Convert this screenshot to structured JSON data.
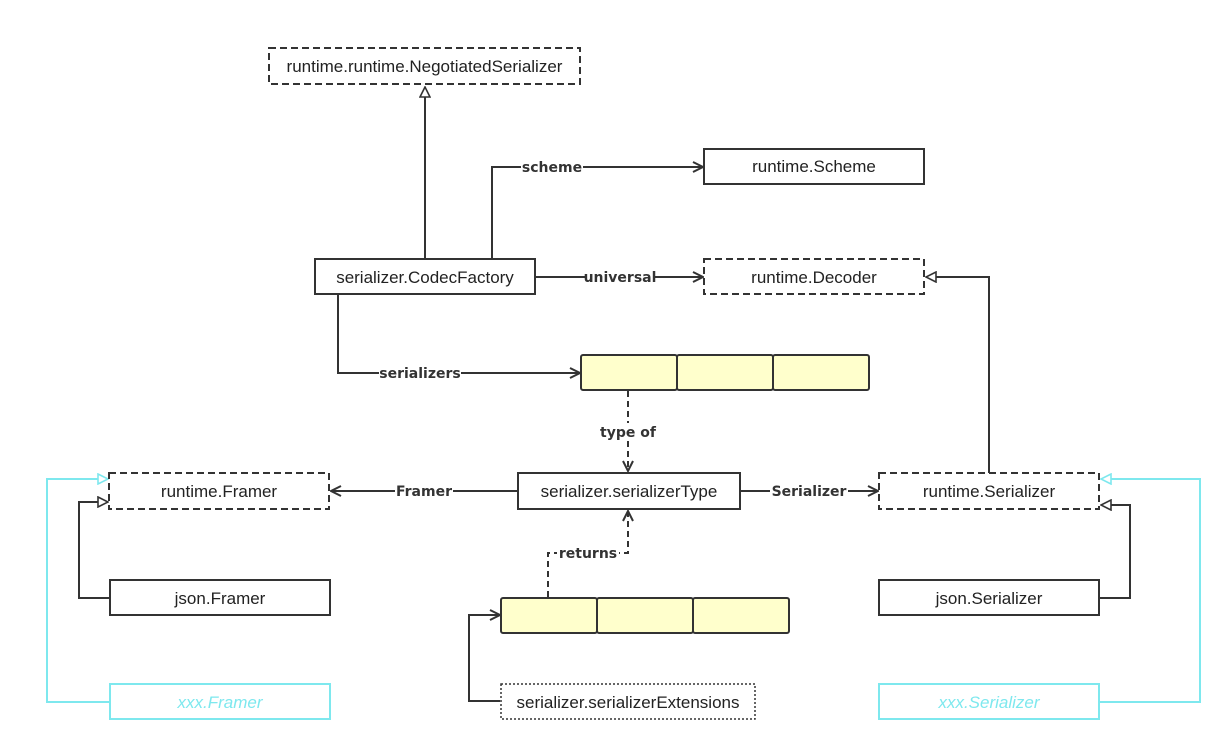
{
  "nodes": {
    "negotiated_serializer": "runtime.runtime.NegotiatedSerializer",
    "scheme": "runtime.Scheme",
    "codec_factory": "serializer.CodecFactory",
    "decoder": "runtime.Decoder",
    "framer": "runtime.Framer",
    "serializer_type": "serializer.serializerType",
    "serializer": "runtime.Serializer",
    "json_framer": "json.Framer",
    "json_serializer": "json.Serializer",
    "xxx_framer": "xxx.Framer",
    "xxx_serializer": "xxx.Serializer",
    "serializer_extensions": "serializer.serializerExtensions"
  },
  "edges": {
    "scheme": "scheme",
    "universal": "universal",
    "serializers": "serializers",
    "type_of": "type of",
    "framer": "Framer",
    "serializer": "Serializer",
    "returns": "returns"
  },
  "colors": {
    "line": "#333333",
    "array_cell": "#ffffcc",
    "extension": "#7ee8ee"
  }
}
